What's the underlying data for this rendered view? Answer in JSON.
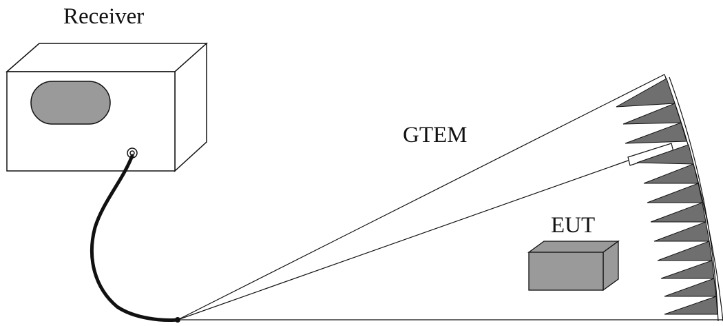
{
  "labels": {
    "receiver": "Receiver",
    "gtem": "GTEM",
    "eut": "EUT"
  },
  "colors": {
    "stroke": "#111111",
    "fill_gray": "#9a9a9a",
    "absorber_gray": "#6f6f6f",
    "background": "#ffffff"
  }
}
